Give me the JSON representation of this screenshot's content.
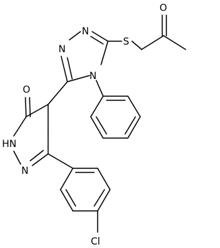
{
  "atoms": {
    "o_ketone": "O",
    "n_pyridazine_h": "HN",
    "n_pyridazine": "N",
    "n_triazole_1": "N",
    "n_triazole_2": "N",
    "n_triazole_4": "N",
    "s_thioether": "S",
    "o_acetone": "O",
    "cl": "Cl"
  }
}
